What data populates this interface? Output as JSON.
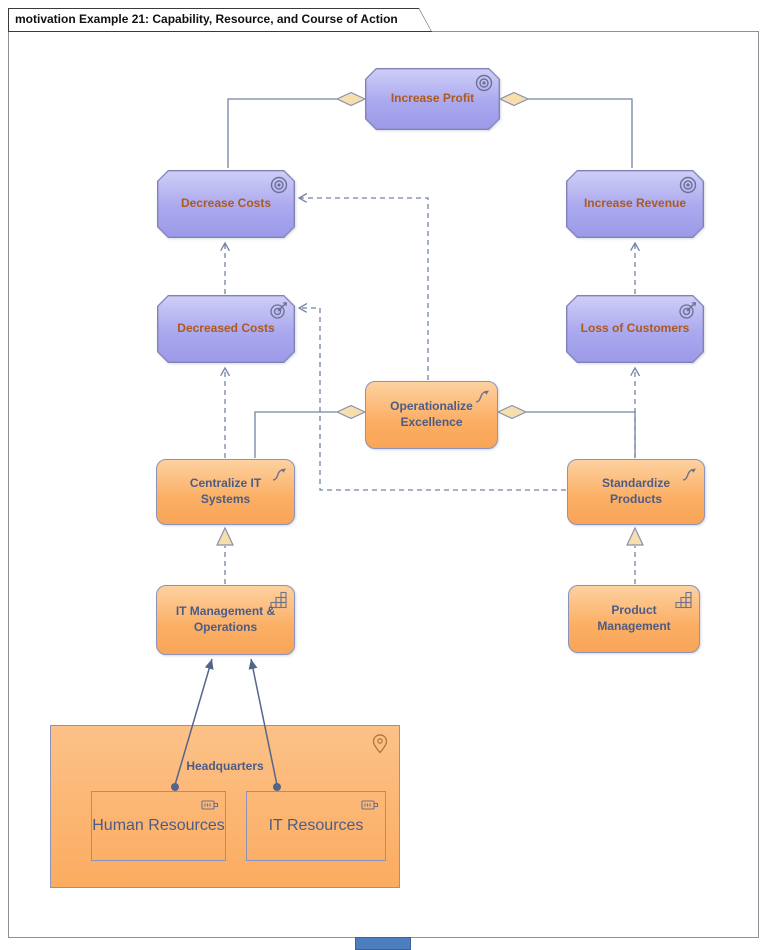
{
  "frame": {
    "title": "motivation Example 21: Capability, Resource, and Course of Action"
  },
  "colors": {
    "goal_fill": "#ABA9EC",
    "goal_border": "#8183B8",
    "goal_text": "#AC5A20",
    "action_fill": "#FBAE63",
    "action_border": "#8B93BB",
    "action_text": "#4D5C84",
    "diamond_fill": "#F6DFAC",
    "line": "#7484A4",
    "assignment_line": "#55658A",
    "frame_notch": "#4D7EC0"
  },
  "nodes": {
    "increase_profit": {
      "label": "Increase Profit",
      "type": "goal"
    },
    "decrease_costs": {
      "label": "Decrease Costs",
      "type": "goal"
    },
    "increase_revenue": {
      "label": "Increase Revenue",
      "type": "goal"
    },
    "decreased_costs": {
      "label": "Decreased Costs",
      "type": "outcome"
    },
    "loss_of_customers": {
      "label": "Loss of Customers",
      "type": "outcome"
    },
    "operationalize_excellence": {
      "label": "Operationalize Excellence",
      "type": "course-of-action"
    },
    "centralize_it": {
      "label": "Centralize IT Systems",
      "type": "course-of-action"
    },
    "standardize_products": {
      "label": "Standardize Products",
      "type": "course-of-action"
    },
    "it_management": {
      "label": "IT Management & Operations",
      "type": "capability"
    },
    "product_management": {
      "label": "Product Management",
      "type": "capability"
    },
    "headquarters": {
      "label": "Headquarters",
      "type": "location"
    },
    "human_resources": {
      "label": "Human Resources",
      "type": "resource"
    },
    "it_resources": {
      "label": "IT Resources",
      "type": "resource"
    }
  }
}
